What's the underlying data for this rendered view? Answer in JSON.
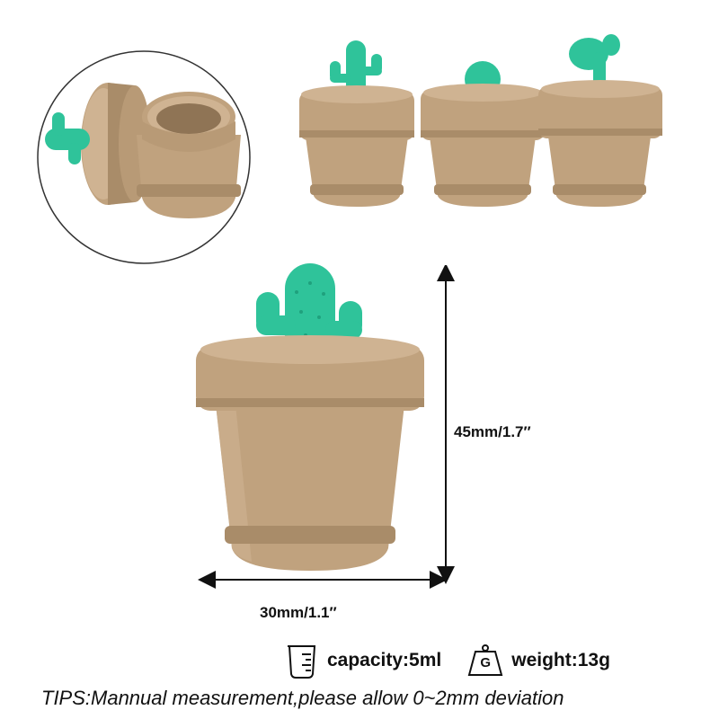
{
  "colors": {
    "pot": "#c0a27e",
    "pot_shade": "#a98c69",
    "pot_light": "#cfb392",
    "cactus": "#2fc39a",
    "cactus_dark": "#1fa17d",
    "dimension_line": "#111111",
    "inset_border": "#333333"
  },
  "icons": {
    "measuring_cup": "measuring-cup-icon",
    "weight": "weight-icon"
  },
  "dimensions": {
    "height_label": "45mm/1.7″",
    "width_label": "30mm/1.1″"
  },
  "specs": {
    "capacity": "capacity:5ml",
    "weight_glyph": "G",
    "weight": "weight:13g"
  },
  "tips": "TIPS:Mannual measurement,please allow 0~2mm deviation"
}
